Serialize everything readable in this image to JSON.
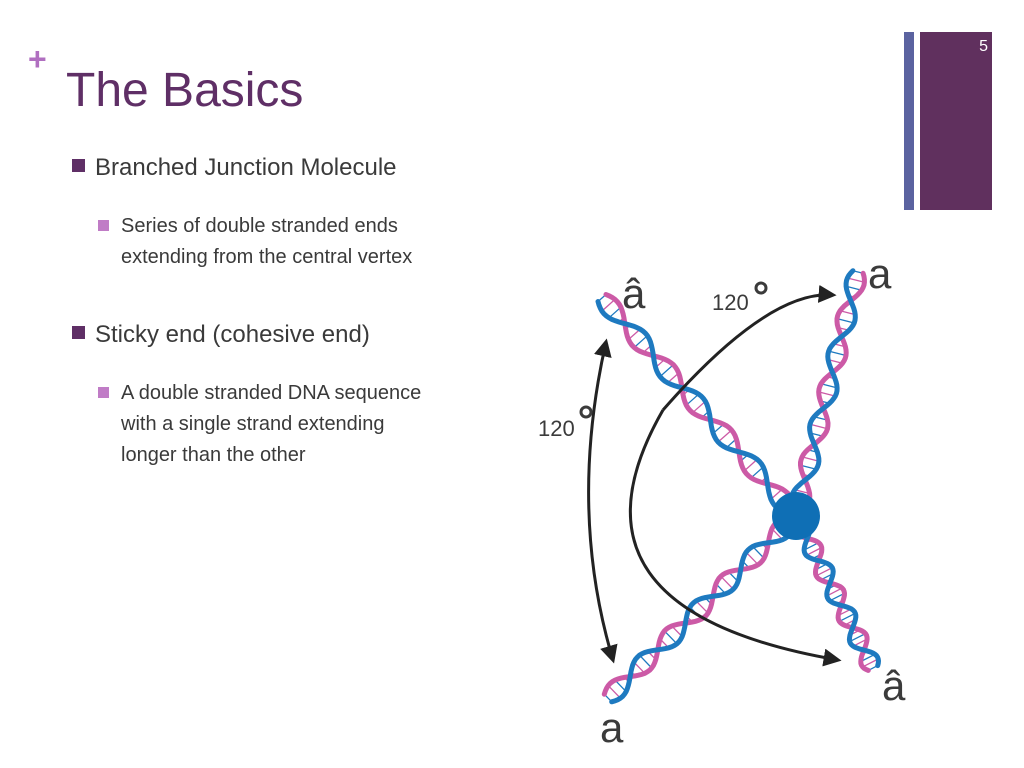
{
  "slide": {
    "title": "The Basics",
    "page_number": "5",
    "bullets": [
      {
        "text": "Branched Junction Molecule",
        "sub": [
          "Series of double stranded ends",
          "extending from the central vertex"
        ]
      },
      {
        "text": "Sticky end (cohesive end)",
        "sub": [
          "A double stranded DNA sequence",
          "with a single strand extending",
          "longer than the other"
        ]
      }
    ]
  },
  "diagram": {
    "labels": {
      "top_left": "â",
      "top_right": "a",
      "bottom_left": "a",
      "bottom_right": "â",
      "angle_top": "120",
      "angle_left": "120"
    },
    "colors": {
      "pink_strand": "#cc5aa6",
      "blue_strand": "#1e7ac0",
      "vertex": "#0f6fb5",
      "arrow": "#222222",
      "title": "#5f2f66",
      "accent_bar": "#60305e",
      "thin_bar": "#5b63a0"
    }
  }
}
